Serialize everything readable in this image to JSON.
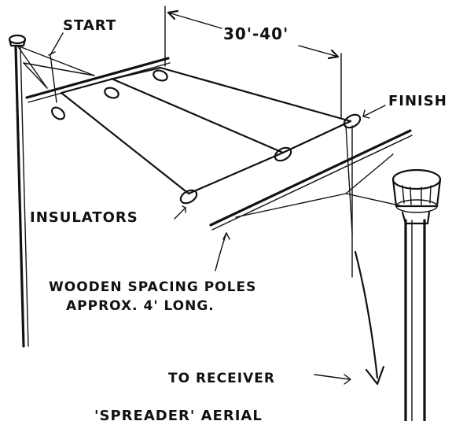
{
  "labels": {
    "start": "START",
    "span": "30'-40'",
    "finish": "FINISH",
    "insulators": "INSULATORS",
    "poles_line1": "WOODEN SPACING POLES",
    "poles_line2": "APPROX. 4' LONG.",
    "receiver": "TO RECEIVER",
    "caption": "'SPREADER' AERIAL"
  },
  "colors": {
    "ink": "#111111",
    "paper": "#ffffff"
  }
}
